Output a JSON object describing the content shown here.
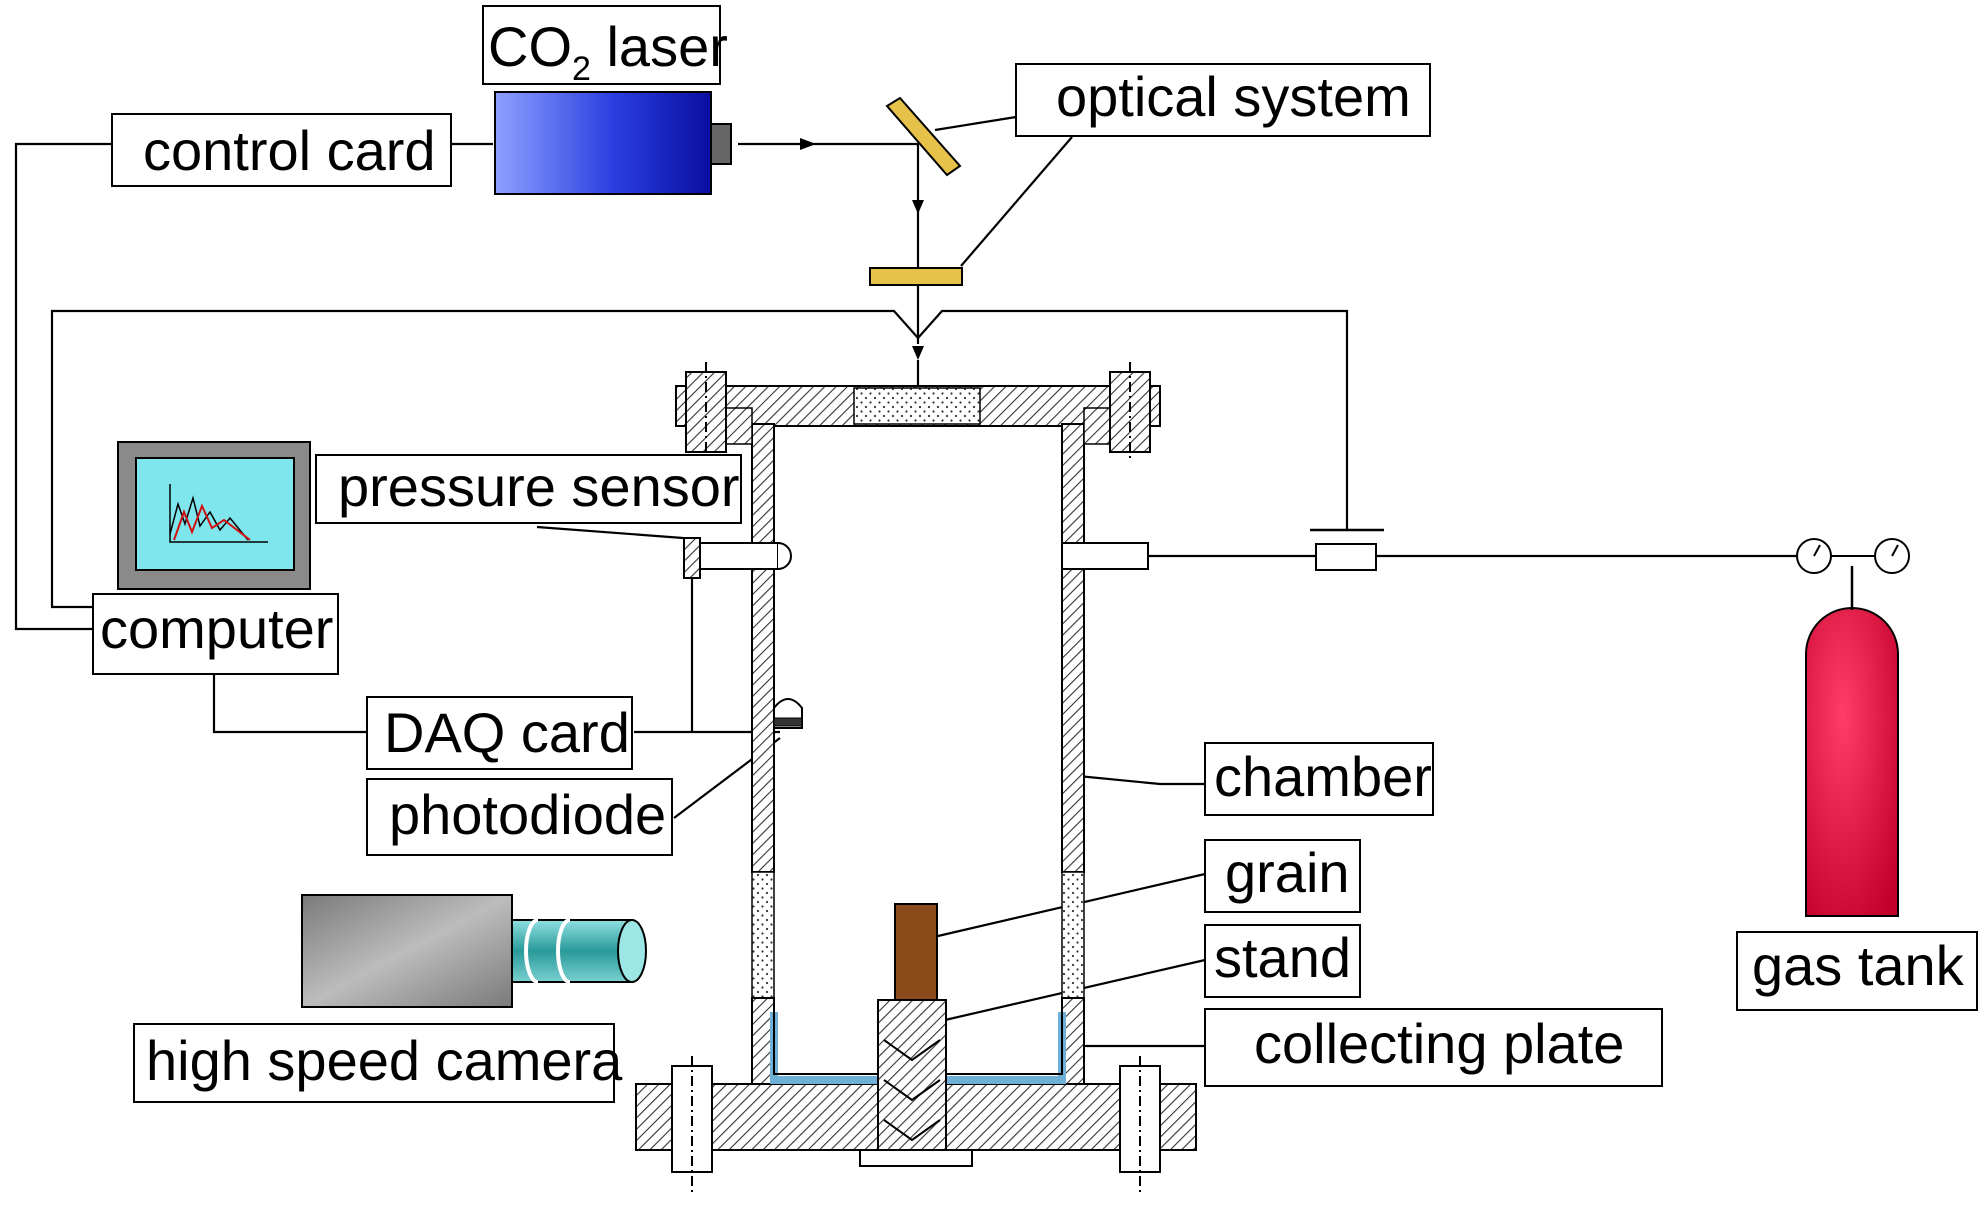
{
  "labels": {
    "laser_prefix": "CO",
    "laser_sub": "2",
    "laser_suffix": " laser",
    "optical_system": "optical system",
    "control_card": "control card",
    "pressure_sensor": "pressure sensor",
    "computer": "computer",
    "daq_card": "DAQ card",
    "photodiode": "photodiode",
    "chamber": "chamber",
    "grain": "grain",
    "stand": "stand",
    "collecting_plate": "collecting plate",
    "high_speed_camera": "high speed camera",
    "gas_tank": "gas tank"
  },
  "colors": {
    "laser_body": "#2a3fe0",
    "mirror": "#e6c24a",
    "monitor_frame": "#8a8a8a",
    "monitor_screen": "#7fe6ee",
    "grain": "#8b4a1a",
    "gas_tank": "#e0103a",
    "camera_body": "#9a9a9a",
    "camera_lens": "#3aa8a8",
    "collecting_plate": "#6fb0d8"
  },
  "icons": [
    "laser-icon",
    "mirror-icon",
    "lens-icon",
    "monitor-icon",
    "camera-icon",
    "gas-cylinder-icon",
    "pressure-gauge-icon",
    "bolt-icon"
  ]
}
